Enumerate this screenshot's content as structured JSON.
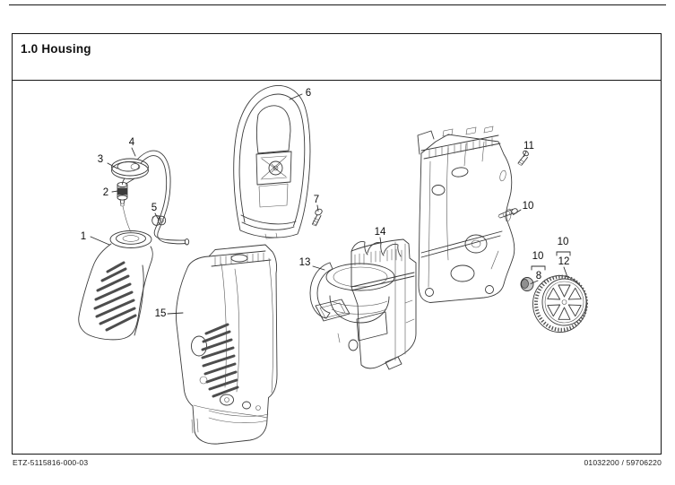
{
  "header": {
    "title": "1.0 Housing"
  },
  "footer": {
    "doc_number": "ETZ-5115816-000-03",
    "reference": "01032200 / 59706220"
  },
  "diagram": {
    "type": "exploded-parts-diagram",
    "subject": "Pressure washer housing exploded view line drawing",
    "colors": {
      "line": "#3b3b3b",
      "border": "#161616",
      "background": "#ffffff"
    },
    "labels": [
      {
        "text": "1"
      },
      {
        "text": "2"
      },
      {
        "text": "3"
      },
      {
        "text": "4"
      },
      {
        "text": "5"
      },
      {
        "text": "6"
      },
      {
        "text": "7"
      },
      {
        "text": "10"
      },
      {
        "text": "11"
      },
      {
        "text": "10"
      },
      {
        "text": "8"
      },
      {
        "text": "10"
      },
      {
        "text": "12"
      },
      {
        "text": "13"
      },
      {
        "text": "14"
      },
      {
        "text": "15"
      }
    ]
  }
}
